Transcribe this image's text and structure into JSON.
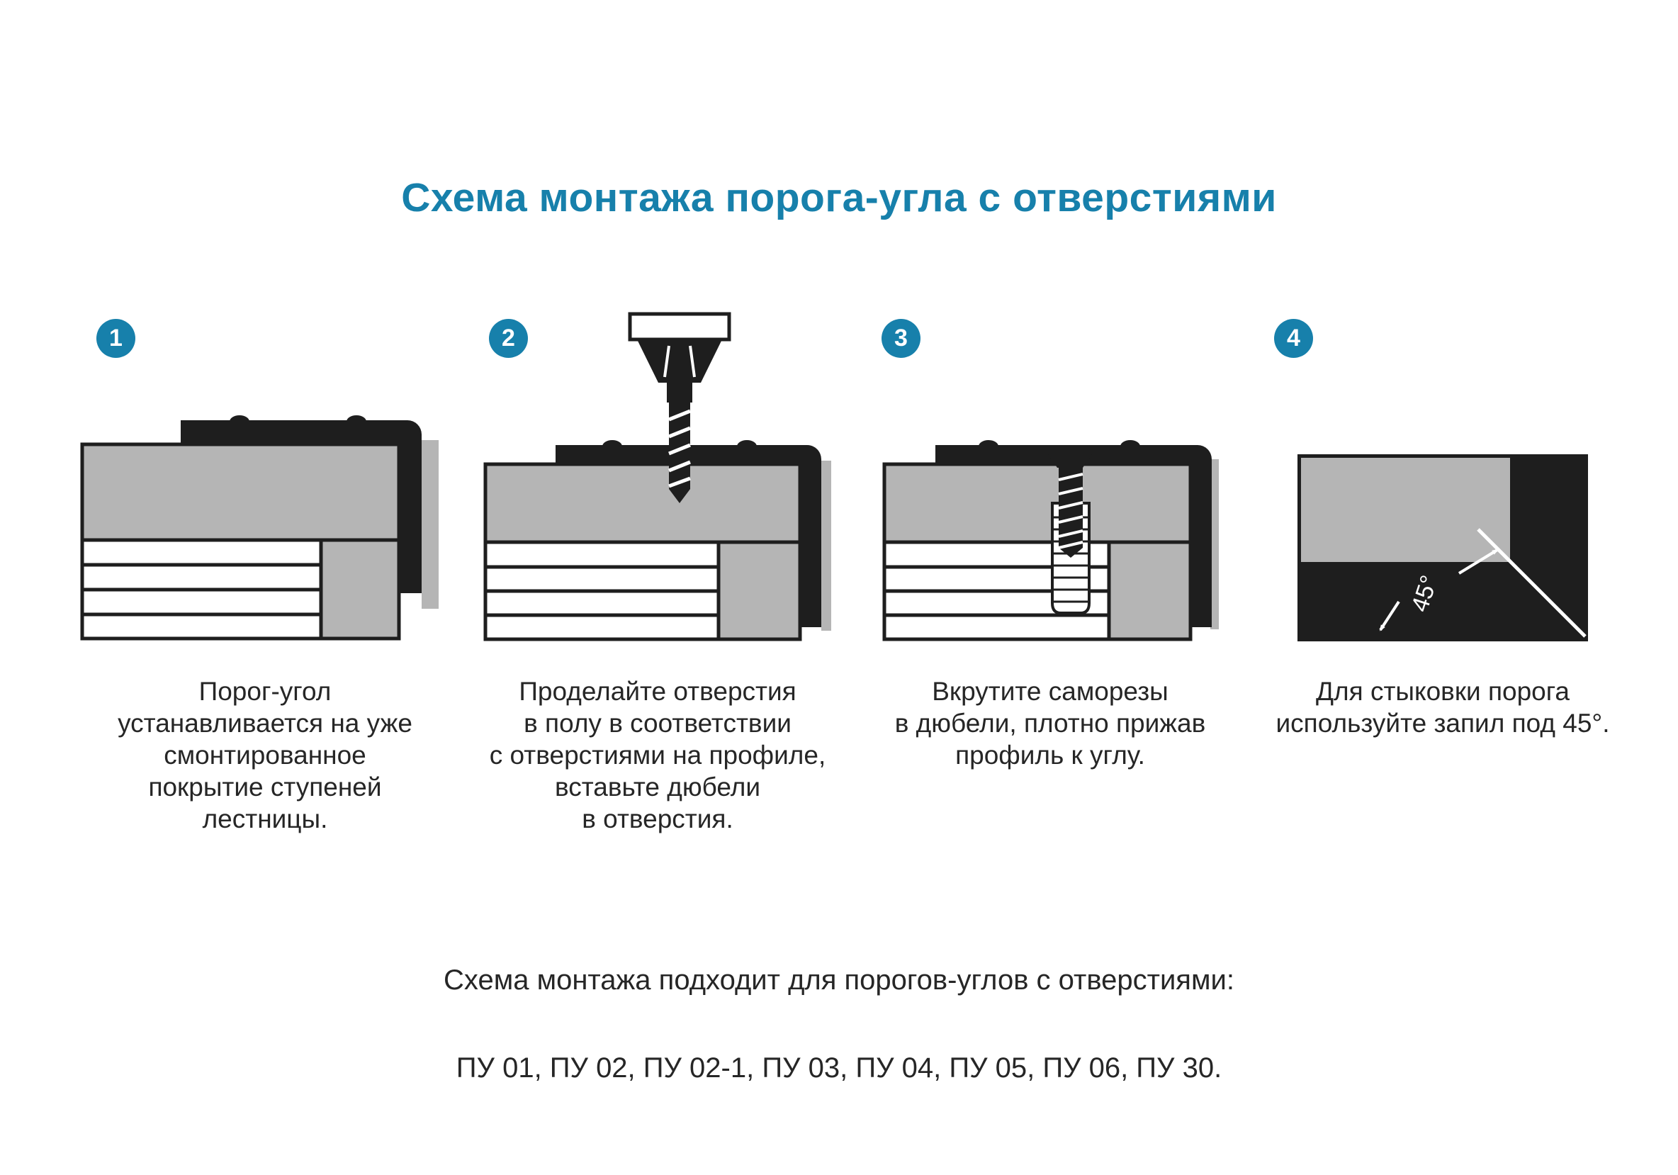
{
  "title": "Схема монтажа порога-угла с отверстиями",
  "colors": {
    "accent_blue": "#1780ab",
    "profile_dark": "#1e1e1e",
    "fill_gray": "#b5b5b5",
    "text": "#262626"
  },
  "angle_label": "45°",
  "steps": [
    {
      "number": "1",
      "caption_lines": [
        "Порог-угол",
        "устанавливается на уже",
        "смонтированное",
        "покрытие ступеней",
        "лестницы."
      ]
    },
    {
      "number": "2",
      "caption_lines": [
        "Проделайте отверстия",
        "в полу в соответствии",
        "с отверстиями на профиле,",
        "вставьте дюбели",
        "в отверстия."
      ]
    },
    {
      "number": "3",
      "caption_lines": [
        "Вкрутите саморезы",
        "в дюбели, плотно прижав",
        "профиль к углу."
      ]
    },
    {
      "number": "4",
      "caption_lines": [
        "Для стыковки порога",
        "используйте запил под 45°."
      ]
    }
  ],
  "footer": {
    "line1": "Схема монтажа подходит для порогов-углов с отверстиями:",
    "line2": "ПУ 01, ПУ 02, ПУ 02-1, ПУ 03, ПУ 04, ПУ 05, ПУ 06, ПУ 30."
  }
}
